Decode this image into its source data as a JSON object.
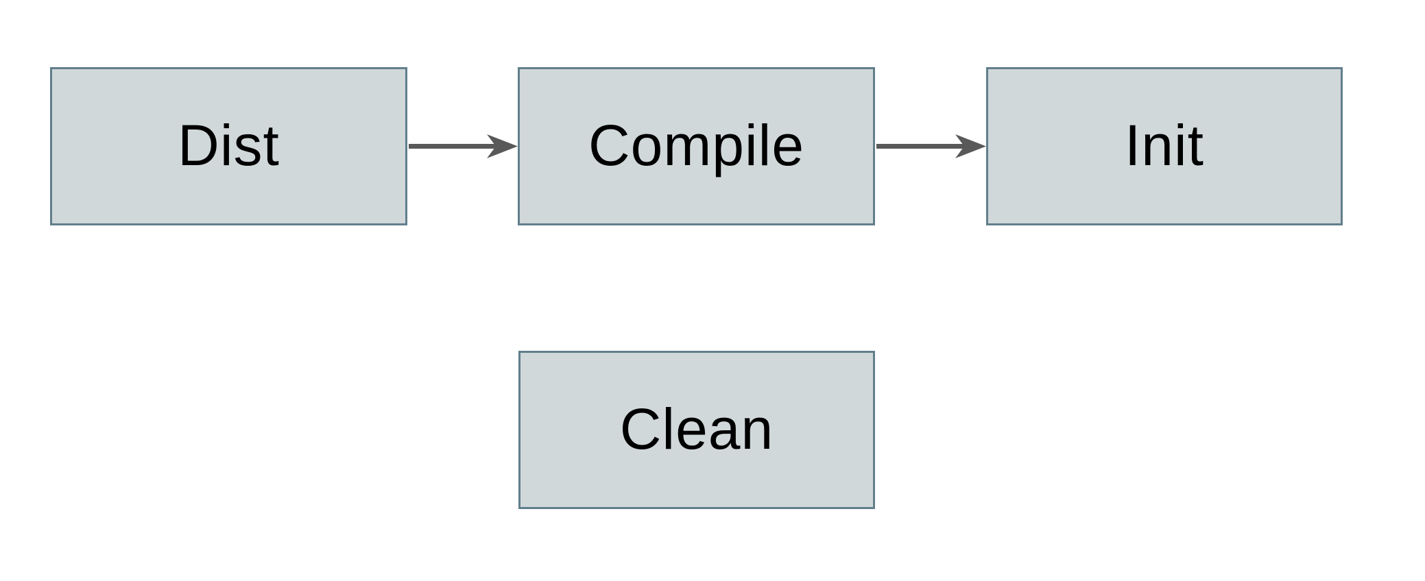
{
  "diagram": {
    "type": "flowchart",
    "background_color": "#ffffff",
    "node_fill_color": "#d1d8da",
    "node_border_color": "#617e8b",
    "arrow_color": "#595959",
    "label_text_color": "#000000",
    "nodes": [
      {
        "id": "dist",
        "label": "Dist"
      },
      {
        "id": "compile",
        "label": "Compile"
      },
      {
        "id": "init",
        "label": "Init"
      },
      {
        "id": "clean",
        "label": "Clean"
      }
    ],
    "edges": [
      {
        "from": "Dist",
        "to": "Compile",
        "direction": "right"
      },
      {
        "from": "Compile",
        "to": "Init",
        "direction": "right"
      }
    ]
  }
}
